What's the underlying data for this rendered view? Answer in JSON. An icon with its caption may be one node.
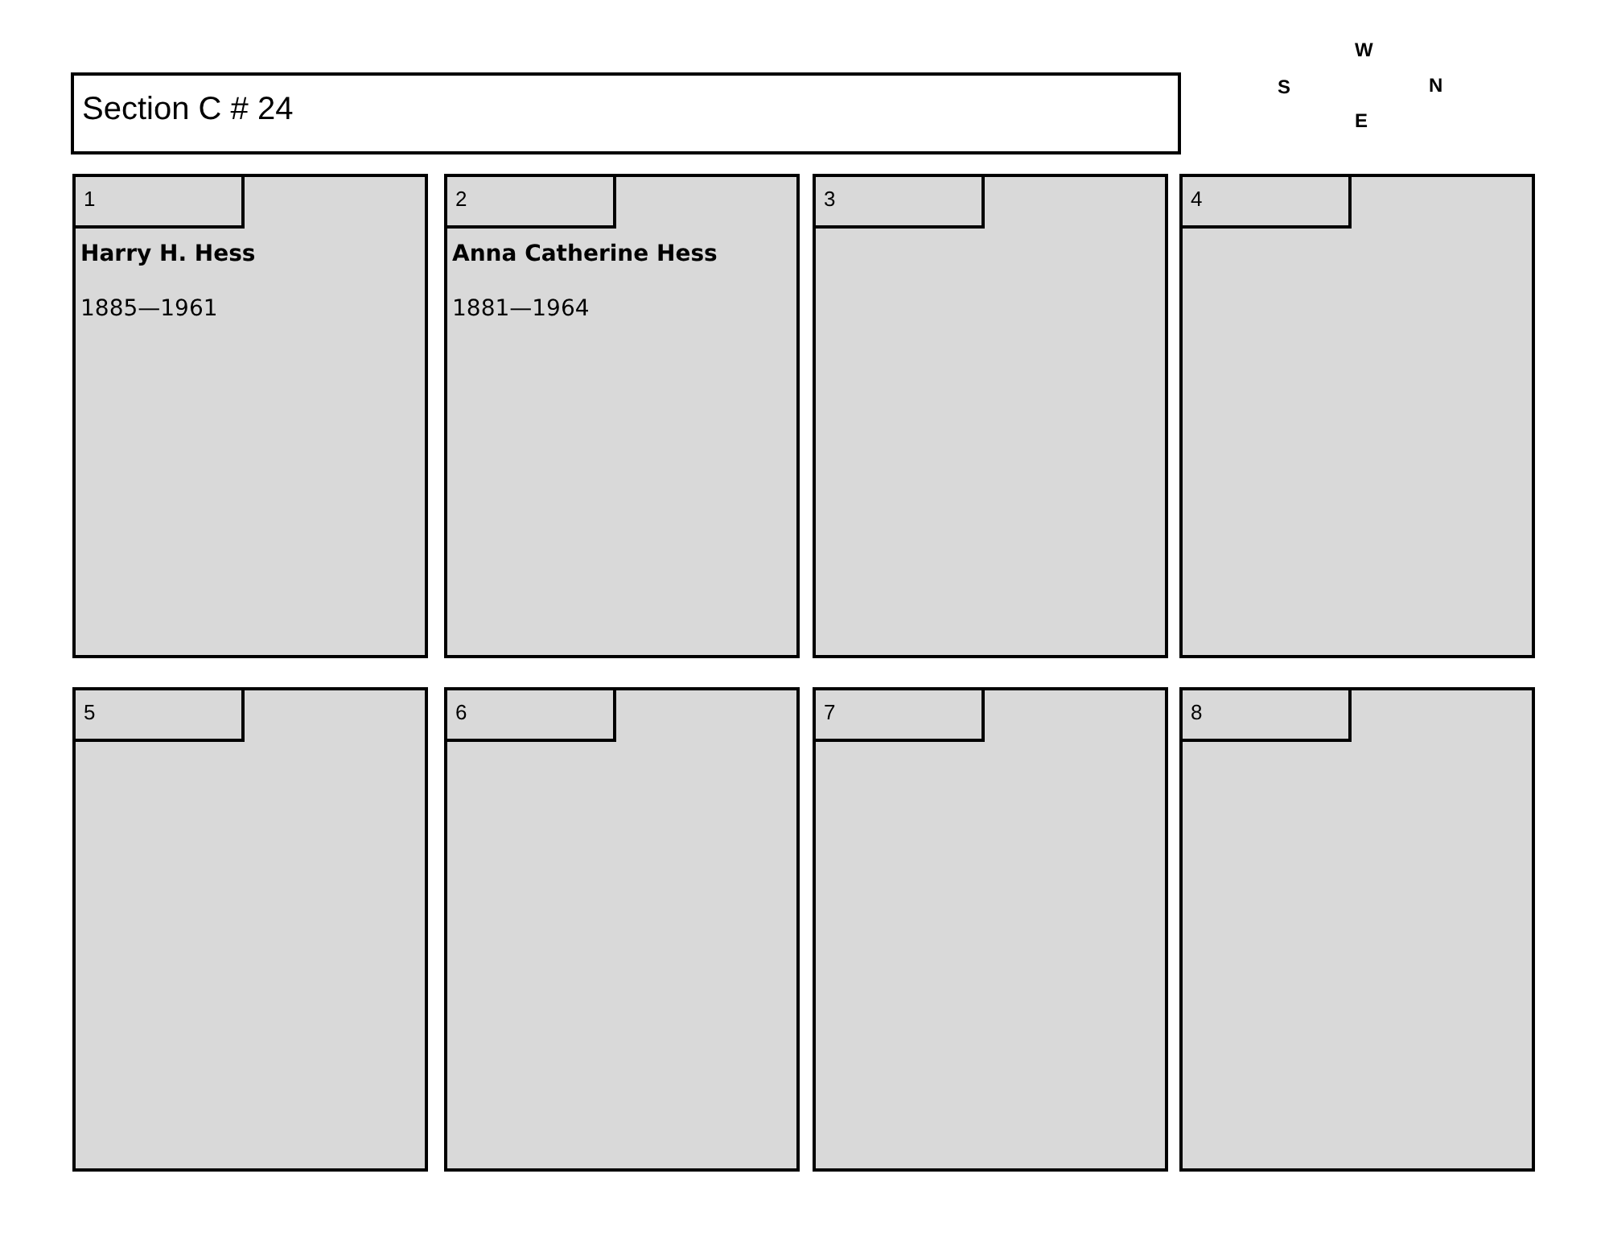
{
  "diagram": {
    "title": "Section C # 24",
    "nodes": [
      {
        "text": [
          "Harry H. Hess",
          "1885—1961"
        ]
      },
      {
        "text": [
          "1"
        ],
        "in": 0
      },
      {
        "text": [
          "Anna Catherine Hess",
          "1881—1964"
        ]
      },
      {
        "text": [
          "2"
        ],
        "in": 2
      },
      {
        "text": [],
        "shape": "box"
      },
      {
        "text": [
          "3"
        ],
        "in": 4
      },
      {
        "text": [],
        "shape": "box"
      },
      {
        "text": [
          "4"
        ],
        "in": 6
      },
      {
        "text": [],
        "shape": "box"
      },
      {
        "text": [
          "5"
        ],
        "in": 8
      },
      {
        "text": [],
        "shape": "box"
      },
      {
        "text": [
          "6"
        ],
        "in": 10
      },
      {
        "text": [],
        "shape": "box"
      },
      {
        "text": [
          "7"
        ],
        "in": 12
      },
      {
        "text": [],
        "shape": "box"
      },
      {
        "text": [
          "8"
        ],
        "in": 14
      }
    ],
    "edges": [],
    "labels": [
      "W",
      "S",
      "N",
      "E"
    ]
  }
}
